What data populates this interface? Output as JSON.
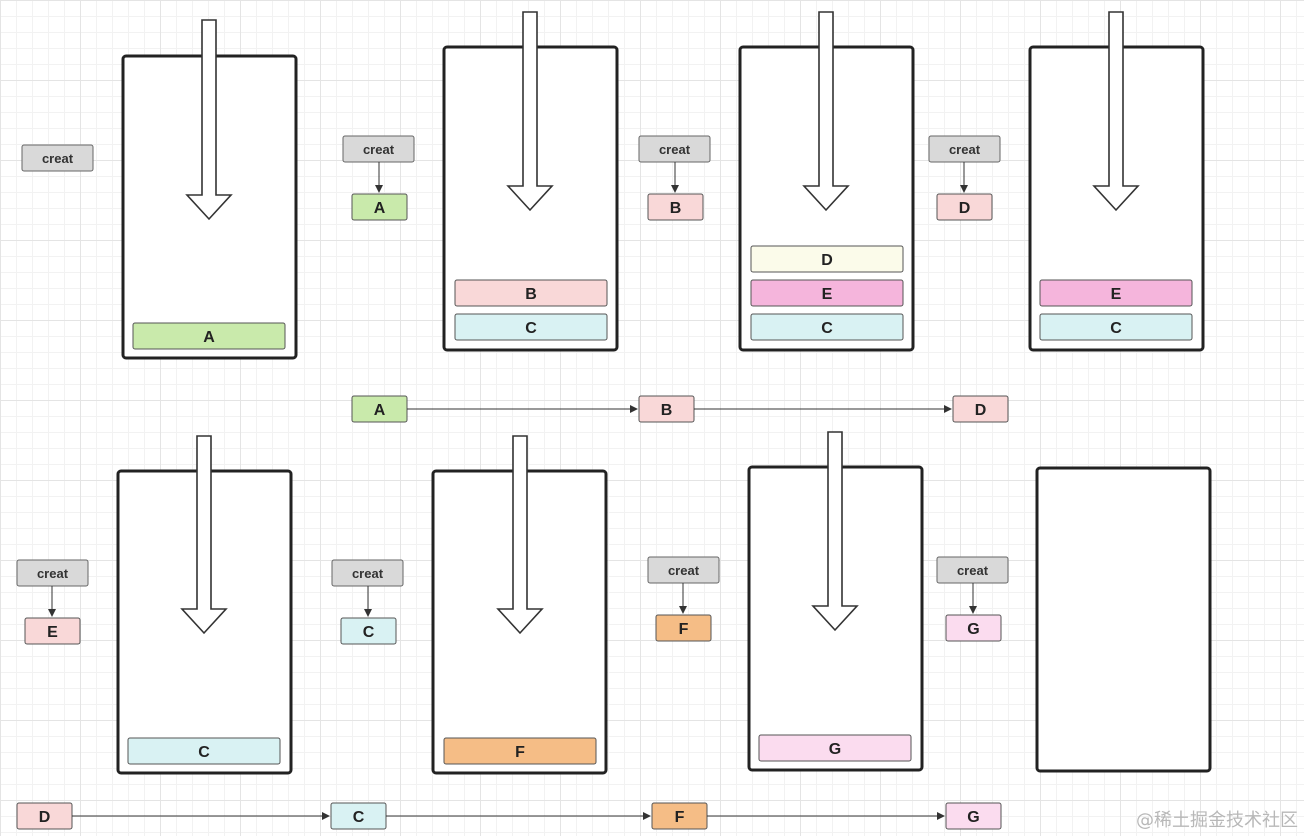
{
  "colors": {
    "A": "#c9eaab",
    "B": "#f9d8d8",
    "C": "#d9f2f3",
    "D_stack": "#fbfbea",
    "D": "#f9d8d8",
    "E_stack": "#f5b5dc",
    "E": "#f9d8d8",
    "F": "#f5bd86",
    "G": "#fbdcef",
    "creat": "#d9d9d9"
  },
  "creat_label": "creat",
  "steps": [
    {
      "stack": [
        "A"
      ],
      "created": null
    },
    {
      "stack": [
        "B",
        "C"
      ],
      "created": "A"
    },
    {
      "stack": [
        "D",
        "E",
        "C"
      ],
      "created": "B"
    },
    {
      "stack": [
        "E",
        "C"
      ],
      "created": "D"
    },
    {
      "stack": [
        "C"
      ],
      "created": "E"
    },
    {
      "stack": [
        "F"
      ],
      "created": "C"
    },
    {
      "stack": [
        "G"
      ],
      "created": "F"
    },
    {
      "stack": [],
      "created": "G"
    }
  ],
  "sequence_row_1": [
    "A",
    "B",
    "D"
  ],
  "sequence_row_2": [
    "D",
    "C",
    "F",
    "G"
  ],
  "watermark": "@稀土掘金技术社区"
}
